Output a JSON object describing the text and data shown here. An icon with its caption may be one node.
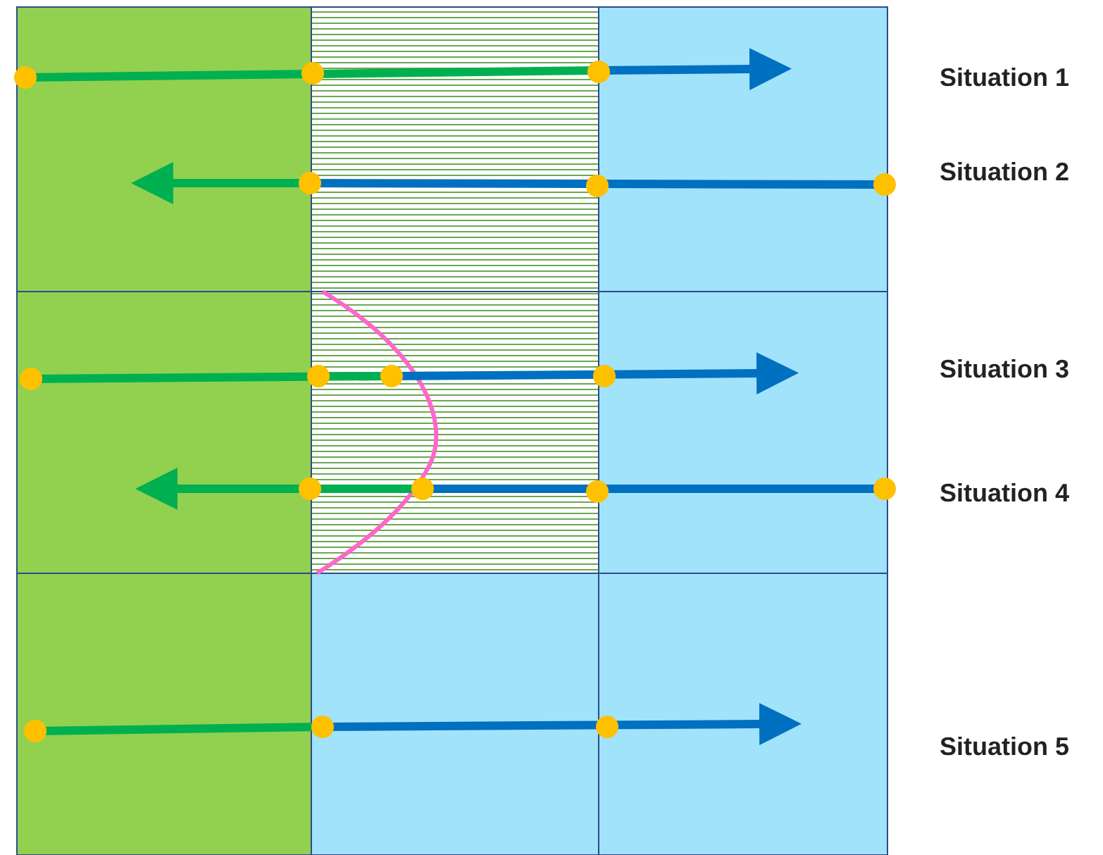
{
  "diagram": {
    "labels": [
      "Situation 1",
      "Situation 2",
      "Situation 3",
      "Situation 4",
      "Situation 5"
    ]
  }
}
